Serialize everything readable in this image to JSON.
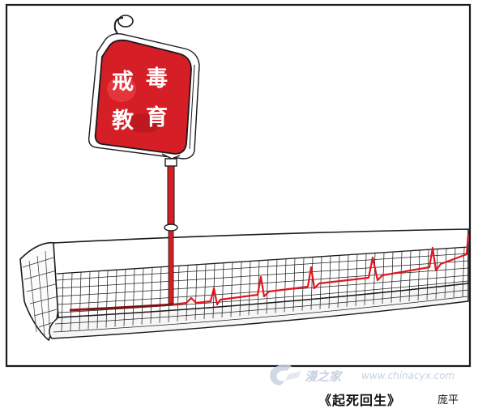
{
  "bag": {
    "line1": [
      "戒",
      "毒"
    ],
    "line2": [
      "教",
      "育"
    ]
  },
  "caption": {
    "title": "《起死回生》",
    "author": "庞平"
  },
  "watermark": {
    "brand": "漫之家",
    "url": "www.chinacyx.com"
  },
  "colors": {
    "bag_red": "#d51e26",
    "ecg_red": "#e0161f",
    "ink": "#1a1a1a",
    "watermark": "#c7d2e2"
  },
  "icons": [
    "iv-bag-icon",
    "ecg-strip-icon",
    "watermark-logo-icon"
  ]
}
